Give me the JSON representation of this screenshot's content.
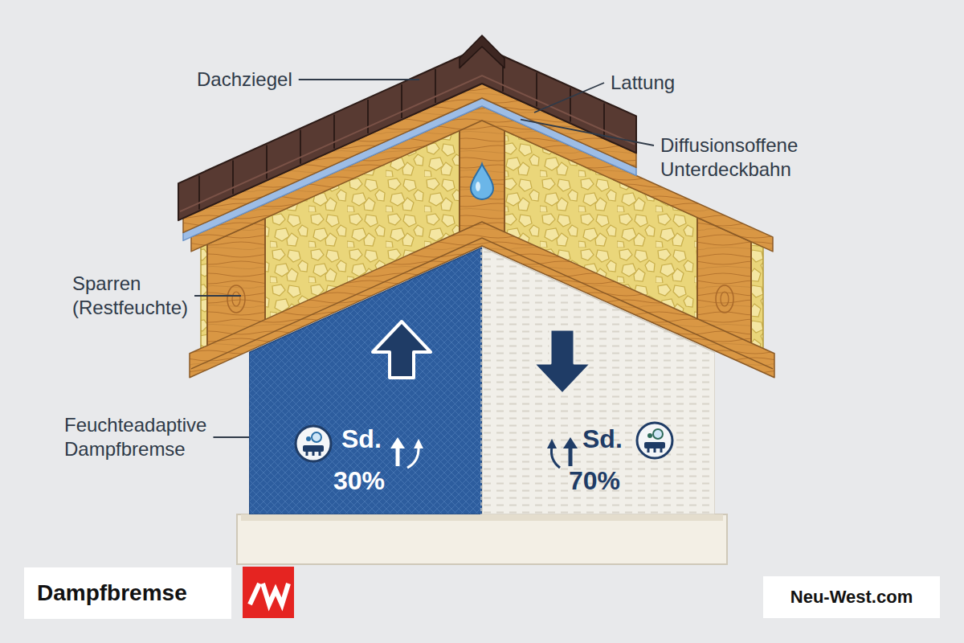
{
  "diagram": {
    "nodes": [
      {
        "text": [
          "Sd.",
          "30%"
        ]
      },
      {
        "text": [
          "Sd.",
          "70%"
        ]
      },
      {
        "text": [
          "Dampfbremse"
        ]
      },
      {
        "text": [
          "Neu-West.com"
        ]
      }
    ],
    "labels": [
      "Dachziegel",
      "Lattung",
      "Diffusionsoffene Unterdeckbahn",
      "Sparren (Restfeuchte)",
      "Feuchteadaptive Dampfbremse"
    ]
  }
}
